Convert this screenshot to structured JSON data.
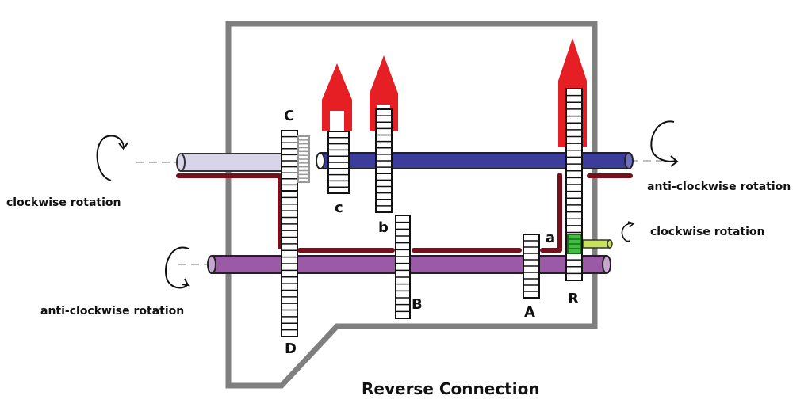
{
  "diagram": {
    "title": "Reverse Connection",
    "gear_labels": {
      "C": "C",
      "c": "c",
      "b": "b",
      "B": "B",
      "A": "A",
      "a": "a",
      "R": "R",
      "D": "D"
    },
    "rotation_labels": {
      "left_top": "clockwise rotation",
      "left_bottom": "anti-clockwise rotation",
      "right_top": "anti-clockwise rotation",
      "right_small": "clockwise rotation"
    },
    "colors": {
      "casing": "#7f7f7f",
      "input_shaft": "#d8d4ea",
      "main_shaft": "#3c3c9a",
      "lay_shaft": "#9b5aa6",
      "idler_shaft": "#c8e05a",
      "power_path": "#7a0f1c",
      "selector_fork": "#e51f24",
      "idler_gear": "#3fbf3f",
      "gear_outline": "#111111"
    }
  }
}
